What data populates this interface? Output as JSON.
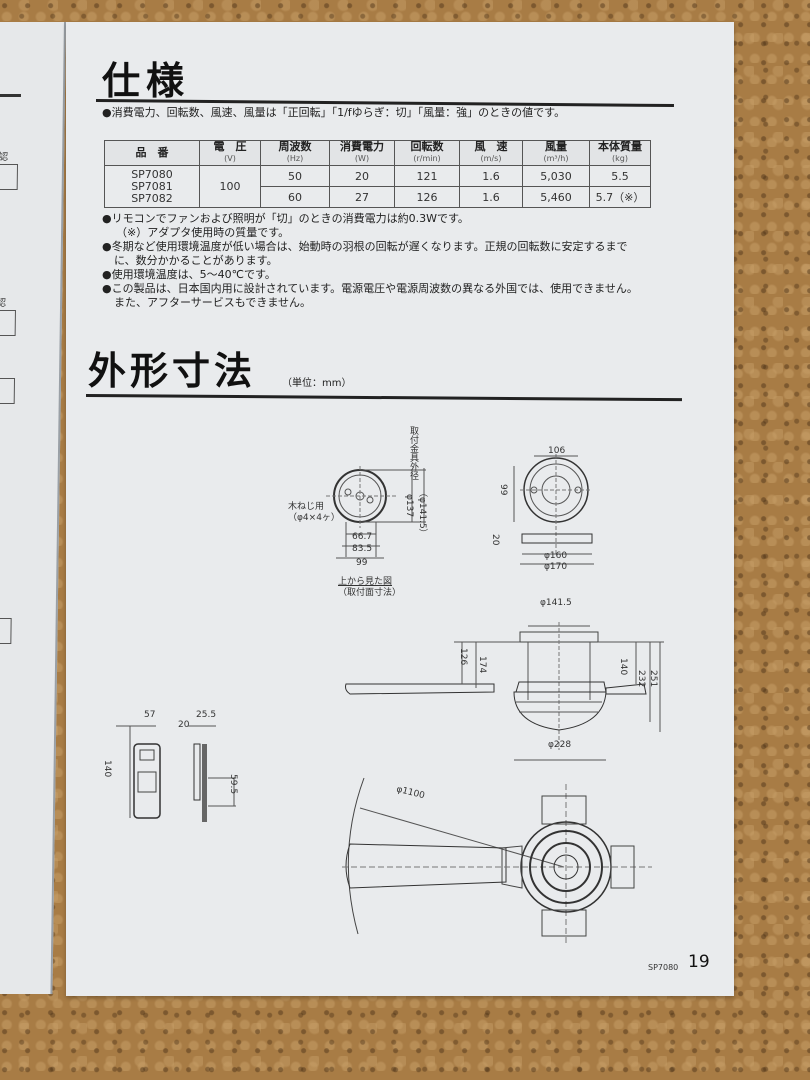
{
  "left_page": {
    "labels": [
      "認",
      "認"
    ]
  },
  "specs": {
    "title": "仕様",
    "condition_note": "●消費電力、回転数、風速、風量は「正回転」「1/fゆらぎ：切」「風量：強」のときの値です。",
    "table": {
      "headers": [
        {
          "label": "品　番",
          "unit": ""
        },
        {
          "label": "電　圧",
          "unit": "(V)"
        },
        {
          "label": "周波数",
          "unit": "(Hz)"
        },
        {
          "label": "消費電力",
          "unit": "(W)"
        },
        {
          "label": "回転数",
          "unit": "(r/min)"
        },
        {
          "label": "風　速",
          "unit": "(m/s)"
        },
        {
          "label": "風量",
          "unit": "(m³/h)"
        },
        {
          "label": "本体質量",
          "unit": "(kg)"
        }
      ],
      "models": [
        "SP7080",
        "SP7081",
        "SP7082"
      ],
      "voltage": "100",
      "rows": [
        {
          "frequency": "50",
          "power": "20",
          "rpm": "121",
          "wind_speed": "1.6",
          "airflow": "5,030",
          "mass": "5.5"
        },
        {
          "frequency": "60",
          "power": "27",
          "rpm": "126",
          "wind_speed": "1.6",
          "airflow": "5,460",
          "mass": "5.7（※）"
        }
      ]
    },
    "notes": [
      "●リモコンでファンおよび照明が「切」のときの消費電力は約0.3Wです。",
      "（※）アダプタ使用時の質量です。",
      "●冬期など使用環境温度が低い場合は、始動時の羽根の回転が遅くなります。正規の回転数に安定するまで",
      "に、数分かかることがあります。",
      "●使用環境温度は、5～40℃です。",
      "●この製品は、日本国内用に設計されています。電源電圧や電源周波数の異なる外国では、使用できません。",
      "また、アフターサービスもできません。"
    ]
  },
  "dimensions": {
    "title": "外形寸法",
    "unit_label": "（単位：mm）",
    "top_view": {
      "screw_label_1": "木ねじ用",
      "screw_label_2": "（φ4×4ヶ）",
      "bracket_label": "取付金具外径",
      "d1": "φ137",
      "d2": "（φ141.5）",
      "w1": "66.7",
      "w2": "83.5",
      "w3": "99",
      "caption_1": "上から見た図",
      "caption_2": "（取付面寸法）"
    },
    "adapter_view": {
      "top_width": "106",
      "height": "99",
      "thickness": "20",
      "d_inner": "φ160",
      "d_outer": "φ170"
    },
    "side_view": {
      "top_diameter": "φ141.5",
      "h126": "126",
      "h174": "174",
      "h140": "140",
      "h232": "232",
      "h251": "251",
      "bottom_diameter": "φ228"
    },
    "remote": {
      "width": "57",
      "height": "140",
      "depth_total": "25.5",
      "depth": "20",
      "holder_pitch": "59.5"
    },
    "plan_view": {
      "sweep": "φ1100"
    }
  },
  "footer": {
    "model": "SP7080",
    "page_number": "19"
  }
}
